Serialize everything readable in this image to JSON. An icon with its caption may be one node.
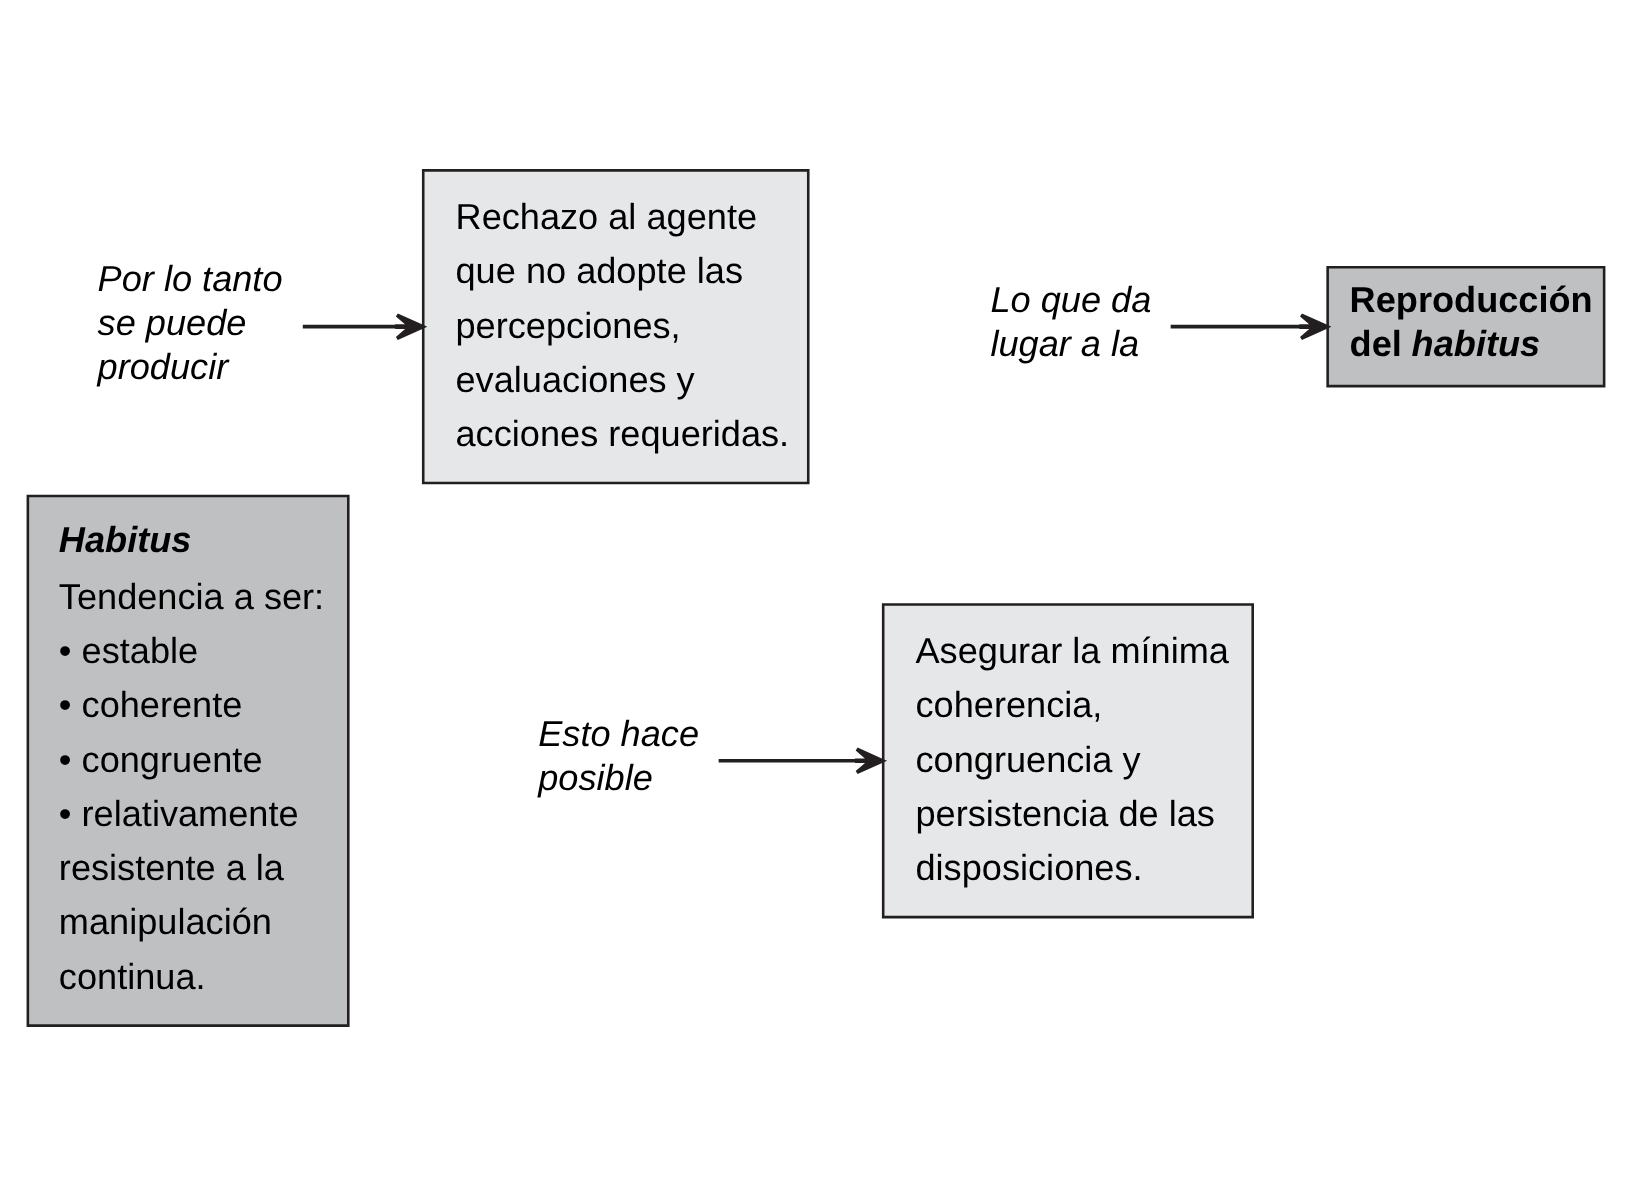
{
  "diagram": {
    "nodes": [
      {
        "text": [
          "Habitus",
          "Tendencia a ser:",
          "• estable",
          "• coherente",
          "• congruente",
          "• relativamente resistente a la manipulación continua."
        ]
      },
      {
        "text": [
          "Esto hace posible"
        ]
      },
      {
        "text": [
          "Asegurar la mínima coherencia, congruencia y persistencia de las disposiciones."
        ]
      },
      {
        "text": [
          "Por lo tanto se puede producir"
        ]
      },
      {
        "text": [
          "Rechazo al agente que no adopte las percepciones, evaluaciones y acciones requeridas."
        ]
      },
      {
        "text": [
          "Lo que da lugar a la"
        ]
      },
      {
        "text": [
          "Reproducción del *habitus*"
        ]
      }
    ],
    "edges": [
      {
        "from": 1,
        "to": 2,
        "arrow": "to"
      },
      {
        "from": 3,
        "to": 4,
        "arrow": "to"
      },
      {
        "from": 5,
        "to": 6,
        "arrow": "to"
      }
    ]
  }
}
